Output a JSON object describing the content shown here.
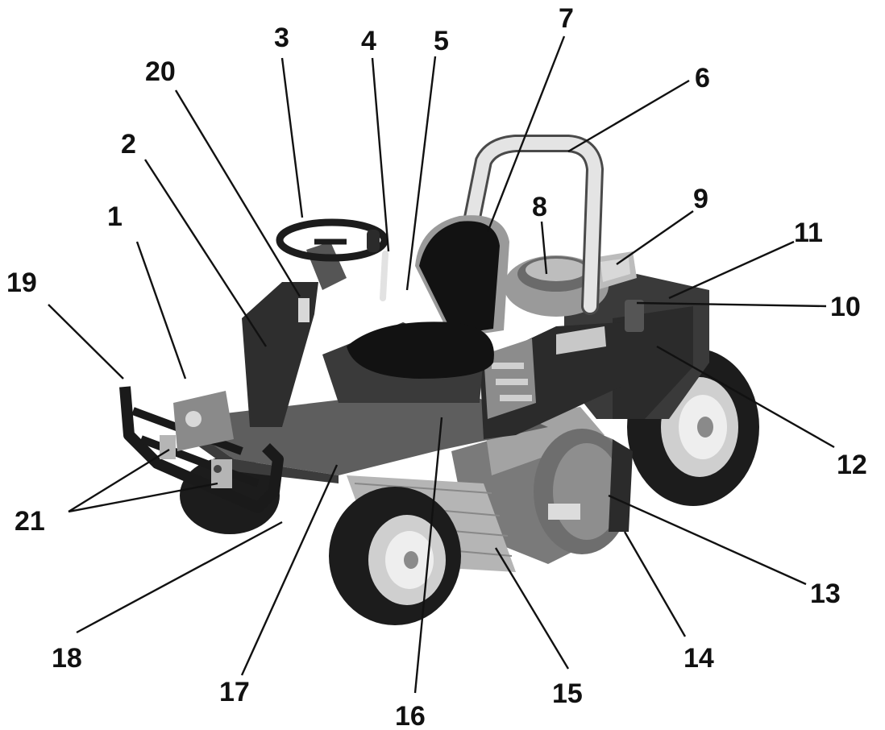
{
  "colors": {
    "background": "#ffffff",
    "label": "#111111",
    "body_dark": "#2b2b2b",
    "body_mid": "#6e6e6e",
    "body_light": "#a8a8a8",
    "seat": "#121212",
    "tire": "#1c1c1c",
    "rim": "#d9d9d9",
    "rollbar": "#e4e4e4"
  },
  "callouts": [
    {
      "id": "1",
      "text": "1"
    },
    {
      "id": "2",
      "text": "2"
    },
    {
      "id": "3",
      "text": "3"
    },
    {
      "id": "4",
      "text": "4"
    },
    {
      "id": "5",
      "text": "5"
    },
    {
      "id": "6",
      "text": "6"
    },
    {
      "id": "7",
      "text": "7"
    },
    {
      "id": "8",
      "text": "8"
    },
    {
      "id": "9",
      "text": "9"
    },
    {
      "id": "10",
      "text": "10"
    },
    {
      "id": "11",
      "text": "11"
    },
    {
      "id": "12",
      "text": "12"
    },
    {
      "id": "13",
      "text": "13"
    },
    {
      "id": "14",
      "text": "14"
    },
    {
      "id": "15",
      "text": "15"
    },
    {
      "id": "16",
      "text": "16"
    },
    {
      "id": "17",
      "text": "17"
    },
    {
      "id": "18",
      "text": "18"
    },
    {
      "id": "19",
      "text": "19"
    },
    {
      "id": "20",
      "text": "20"
    },
    {
      "id": "21",
      "text": "21"
    }
  ]
}
